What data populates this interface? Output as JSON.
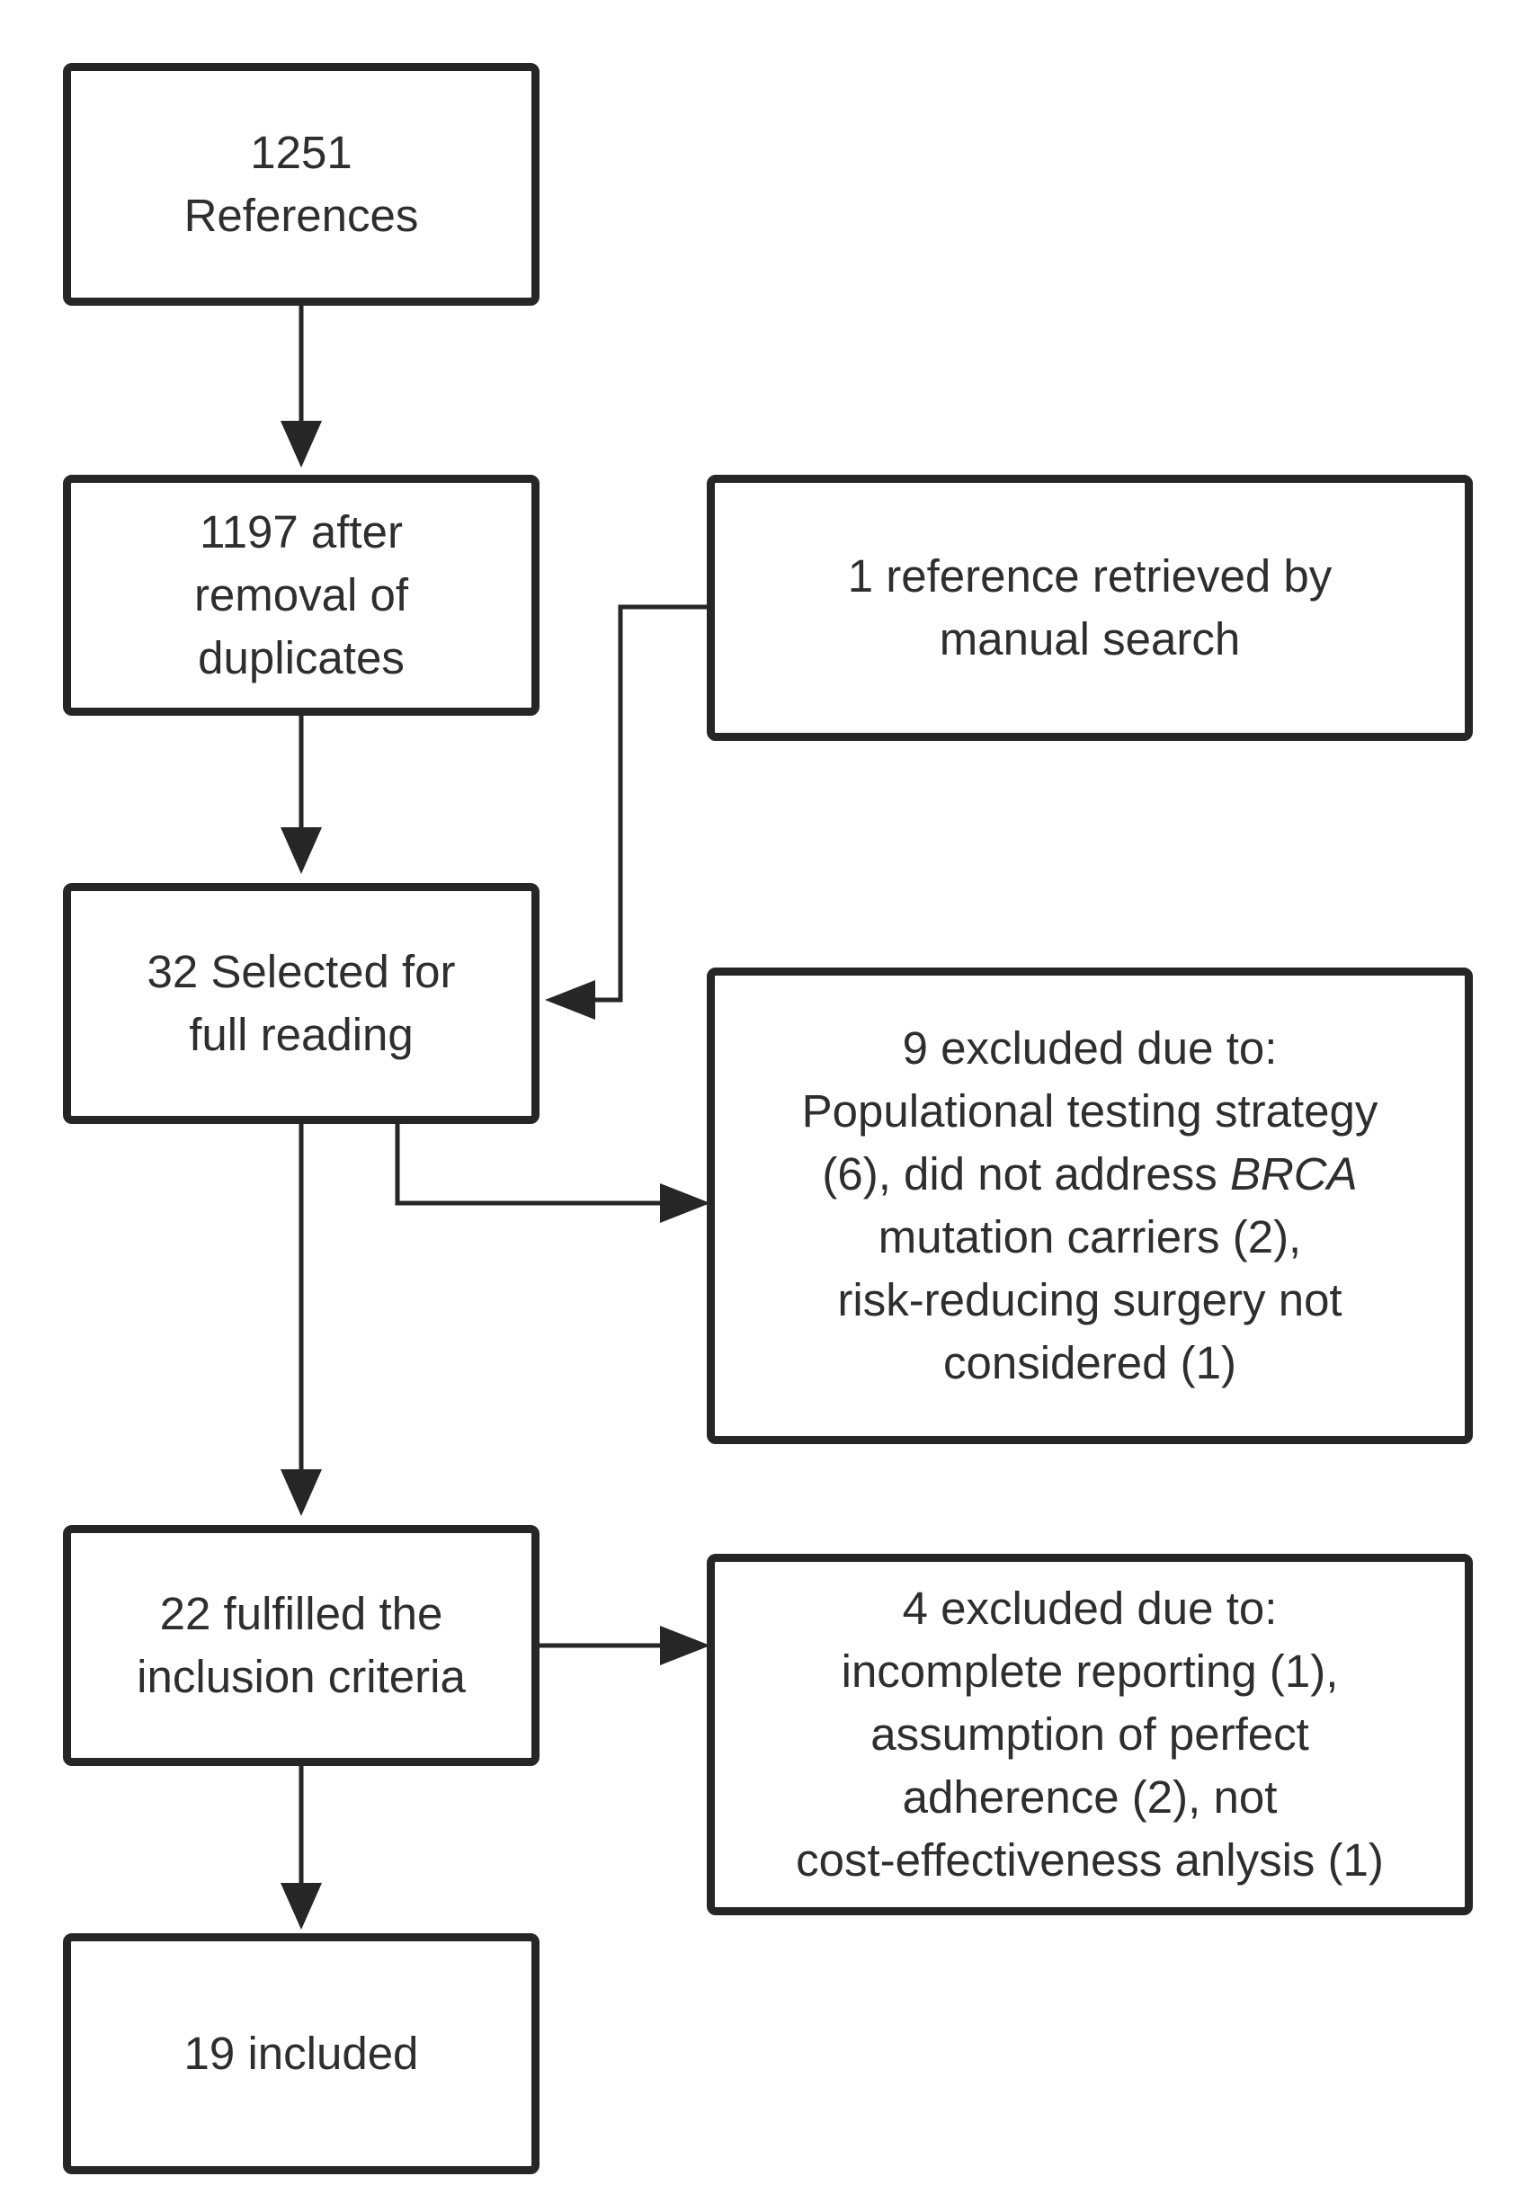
{
  "diagram": {
    "type": "flowchart",
    "boxes": {
      "references": {
        "lines": [
          "1251",
          "References"
        ]
      },
      "after_duplicates": {
        "lines": [
          "1197 after",
          "removal of",
          "duplicates"
        ]
      },
      "manual_search": {
        "lines": [
          "1 reference retrieved by",
          "manual search"
        ]
      },
      "full_reading": {
        "lines": [
          "32 Selected for",
          "full reading"
        ]
      },
      "excluded_9": {
        "lines": [
          "9 excluded due to:",
          "Populational testing strategy",
          "(6), did not address ",
          "mutation carriers (2),",
          "risk-reducing surgery not",
          "considered (1)"
        ],
        "italic_term": "BRCA"
      },
      "inclusion": {
        "lines": [
          "22 fulfilled the",
          "inclusion criteria"
        ]
      },
      "excluded_4": {
        "lines": [
          "4 excluded due to:",
          "incomplete reporting (1),",
          "assumption of perfect",
          "adherence (2), not",
          "cost-effectiveness anlysis (1)"
        ]
      },
      "included": {
        "lines": [
          "19 included"
        ]
      }
    },
    "colors": {
      "stroke": "#262626",
      "text": "#2e2e2e",
      "background": "#ffffff"
    }
  }
}
